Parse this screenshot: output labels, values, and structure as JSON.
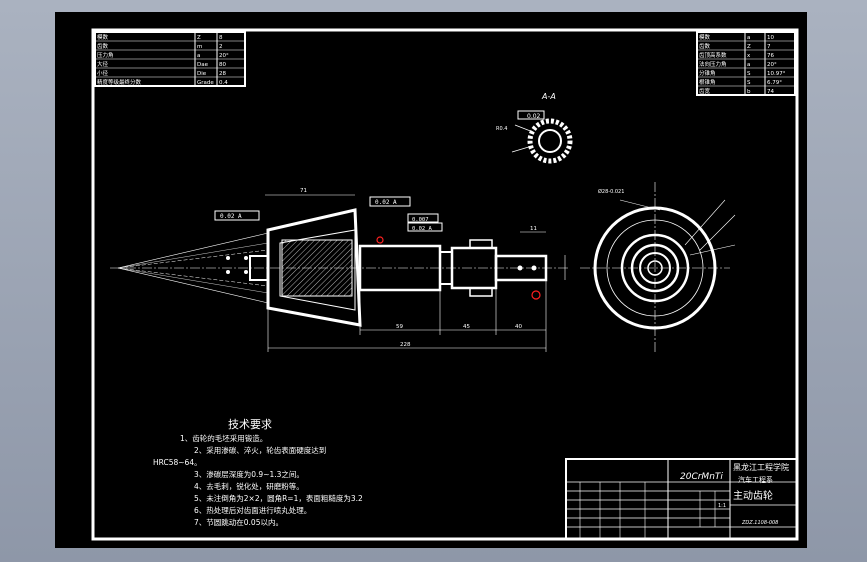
{
  "colors": {
    "background": "#9aa3b3",
    "sheet": "#000000",
    "line": "#ffffff",
    "marker": "#ff2020"
  },
  "params_left": [
    [
      "模数",
      "Z",
      "8"
    ],
    [
      "齿数",
      "m",
      "2"
    ],
    [
      "压力角",
      "a",
      "20°"
    ],
    [
      "大径",
      "Dae",
      "80"
    ],
    [
      "小径",
      "Die",
      "28"
    ],
    [
      "精度等级最终分数",
      "Grade",
      "0.4"
    ]
  ],
  "params_right": [
    [
      "模数",
      "a",
      "10"
    ],
    [
      "齿数",
      "Z",
      "7"
    ],
    [
      "齿顶高系数",
      "x",
      "76"
    ],
    [
      "法向压力角",
      "a",
      "20°"
    ],
    [
      "分锥角",
      "S",
      "10.97°"
    ],
    [
      "根锥角",
      "S",
      "6.79°"
    ],
    [
      "齿宽",
      "b",
      "74"
    ]
  ],
  "section_label": "A-A",
  "section_tol": "0.02",
  "tolerances": {
    "t1": "0.02 A",
    "t2": "0.02 A",
    "t3": "0.007",
    "t4": "0.02 A"
  },
  "dims": {
    "d59": "59",
    "d45": "45",
    "d40": "40",
    "d228": "228",
    "d11": "11",
    "d71": "71"
  },
  "tech_title": "技术要求",
  "tech_lines": [
    "1、齿轮的毛坯采用锻造。",
    "2、采用渗碳、淬火，轮齿表面硬度达到",
    "HRC58~64。",
    "3、渗碳层深度为0.9~1.3之间。",
    "4、去毛刺，锐化处，研磨粉等。",
    "5、未注倒角为2×2，圆角R=1，表面粗糙度为3.2",
    "6、热处理后对齿面进行喷丸处理。",
    "7、节圆跳动在0.05以内。"
  ],
  "title_block": {
    "material": "20CrMnTi",
    "school": "黑龙江工程学院",
    "sub": "汽车工程系",
    "part_name": "主动齿轮",
    "drawing_no": "ZDZ.1108-008",
    "scale": "1:1"
  }
}
